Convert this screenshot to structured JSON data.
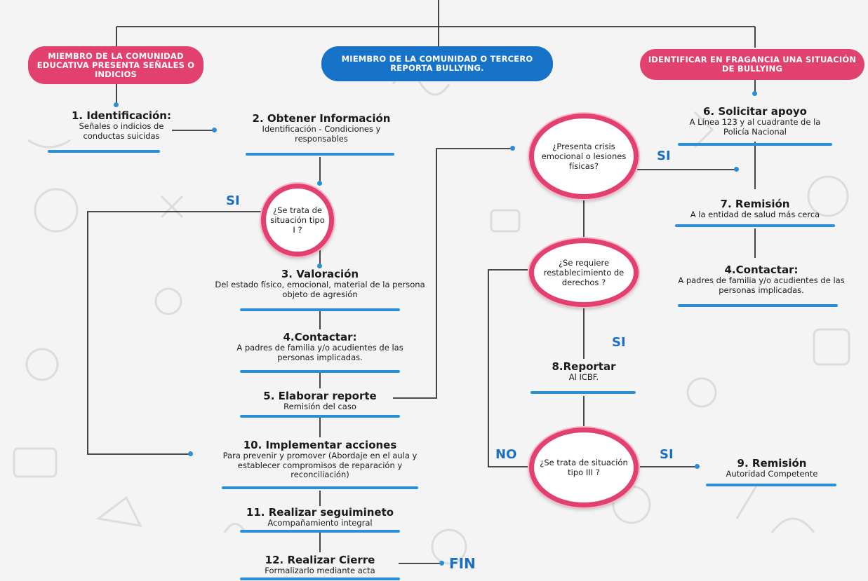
{
  "title": "",
  "pills": {
    "left": "MIEMBRO DE LA COMUNIDAD EDUCATIVA PRESENTA SEÑALES O INDICIOS",
    "center": "MIEMBRO DE LA COMUNIDAD O TERCERO REPORTA BULLYING.",
    "right": "IDENTIFICAR EN FRAGANCIA UNA SITUACIÓN DE BULLYING"
  },
  "steps": {
    "s1": {
      "title": "1. Identificación:",
      "desc": "Señales o indicios de conductas suicidas"
    },
    "s2": {
      "title": "2. Obtener Información",
      "desc": "Identificación - Condiciones y responsables"
    },
    "s3": {
      "title": "3. Valoración",
      "desc": "Del estado físico, emocional, material de la persona objeto de agresión"
    },
    "s4a": {
      "title": "4.Contactar:",
      "desc": "A padres de familia y/o acudientes de las personas implicadas."
    },
    "s5": {
      "title": "5. Elaborar reporte",
      "desc": "Remisión del caso"
    },
    "s10": {
      "title": "10. Implementar acciones",
      "desc": "Para prevenir y promover (Abordaje en el aula y establecer compromisos de reparación y reconciliación)"
    },
    "s11": {
      "title": "11. Realizar seguimineto",
      "desc": "Acompañamiento integral"
    },
    "s12": {
      "title": "12. Realizar Cierre",
      "desc": "Formalizarlo mediante acta"
    },
    "s6": {
      "title": "6. Solicitar apoyo",
      "desc": "A Línea 123 y al cuadrante de la Policía Nacional"
    },
    "s7": {
      "title": "7. Remisión",
      "desc": "A la entidad de salud más cerca"
    },
    "s4b": {
      "title": "4.Contactar:",
      "desc": "A padres de familia y/o acudientes de las personas implicadas."
    },
    "s8": {
      "title": "8.Reportar",
      "desc": "Al ICBF."
    },
    "s9": {
      "title": "9. Remisión",
      "desc": "Autoridad Competente"
    }
  },
  "decisions": {
    "d1": "¿Se trata de situación tipo I ?",
    "d2": "¿Presenta crisis emocional o lesiones físicas?",
    "d3": "¿Se requiere restablecimiento de derechos ?",
    "d4": "¿Se trata de situación tipo III ?"
  },
  "labels": {
    "si1": "SI",
    "si2": "SI",
    "si3": "SI",
    "si4": "SI",
    "no": "NO",
    "fin": "FIN"
  },
  "colors": {
    "pink": "#e2416f",
    "blue": "#1673c7",
    "line": "#2b8fd6"
  }
}
